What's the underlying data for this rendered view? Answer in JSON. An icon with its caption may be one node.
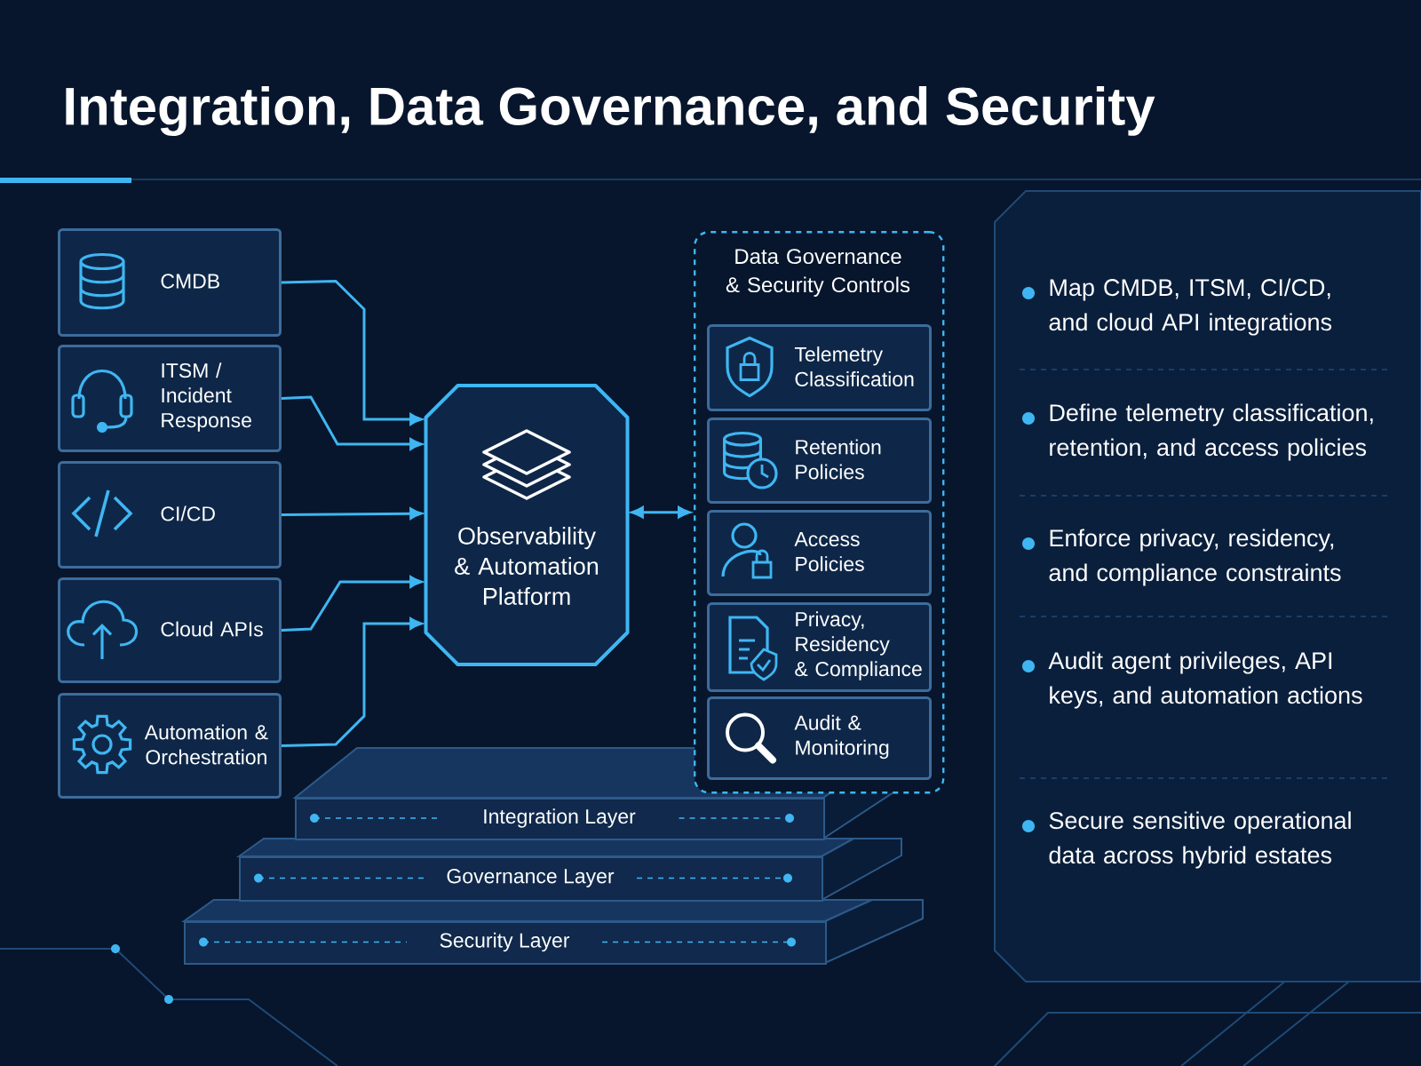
{
  "diagram": {
    "title": "Integration, Data Governance, and Security",
    "nodes": [
      {
        "text": [
          "CMDB"
        ]
      },
      {
        "text": [
          "ITSM / Incident Response"
        ]
      },
      {
        "text": [
          "CI/CD"
        ]
      },
      {
        "text": [
          "Cloud APIs"
        ]
      },
      {
        "text": [
          "Automation & Orchestration"
        ]
      },
      {
        "text": [
          "Observability & Automation Platform"
        ]
      },
      {
        "text": [
          "Data Governance & Security Controls"
        ]
      },
      {
        "text": [
          "Telemetry Classification"
        ],
        "in": 6
      },
      {
        "text": [
          "Retention Policies"
        ],
        "in": 6
      },
      {
        "text": [
          "Access Policies"
        ],
        "in": 6
      },
      {
        "text": [
          "Privacy, Residency & Compliance"
        ],
        "in": 6
      },
      {
        "text": [
          "Audit & Monitoring"
        ],
        "in": 6
      },
      {
        "text": [
          "Integration Layer"
        ]
      },
      {
        "text": [
          "Governance Layer"
        ]
      },
      {
        "text": [
          "Security Layer"
        ]
      }
    ],
    "edges": [
      {
        "from": 0,
        "to": 5,
        "arrow": "to"
      },
      {
        "from": 1,
        "to": 5,
        "arrow": "to"
      },
      {
        "from": 2,
        "to": 5,
        "arrow": "to"
      },
      {
        "from": 3,
        "to": 5,
        "arrow": "to"
      },
      {
        "from": 4,
        "to": 5,
        "arrow": "to"
      },
      {
        "from": 5,
        "to": 6,
        "arrow": "both"
      }
    ],
    "labels": [
      "Map CMDB, ITSM, CI/CD, and cloud API integrations",
      "Define telemetry classification, retention, and access policies",
      "Enforce privacy, residency, and compliance constraints",
      "Audit agent privileges, API keys, and automation actions",
      "Secure sensitive operational data across hybrid estates"
    ]
  }
}
